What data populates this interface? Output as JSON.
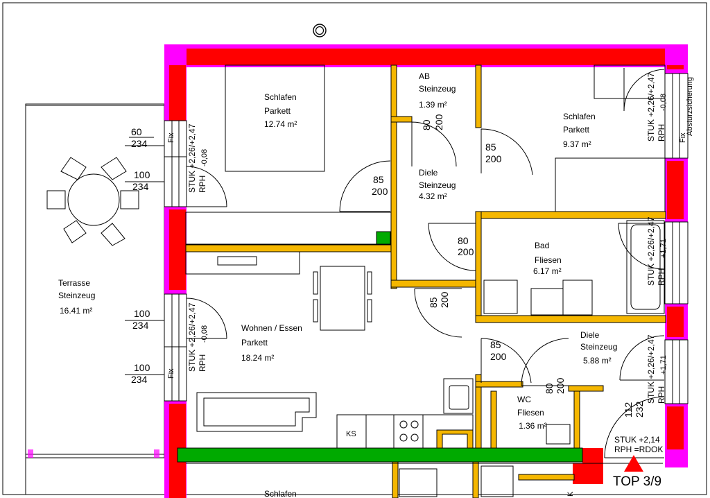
{
  "rooms": {
    "schlafen1": {
      "name": "Schlafen",
      "floor": "Parkett",
      "area": "12.74 m²"
    },
    "ab": {
      "name": "AB",
      "floor": "Steinzeug",
      "area": "1.39 m²"
    },
    "schlafen2": {
      "name": "Schlafen",
      "floor": "Parkett",
      "area": "9.37 m²"
    },
    "diele1": {
      "name": "Diele",
      "floor": "Steinzeug",
      "area": "4.32 m²"
    },
    "bad": {
      "name": "Bad",
      "floor": "Fliesen",
      "area": "6.17 m²"
    },
    "terrasse": {
      "name": "Terrasse",
      "floor": "Steinzeug",
      "area": "16.41 m²"
    },
    "wohnen": {
      "name": "Wohnen / Essen",
      "floor": "Parkett",
      "area": "18.24 m²"
    },
    "diele2": {
      "name": "Diele",
      "floor": "Steinzeug",
      "area": "5.88 m²"
    },
    "wc": {
      "name": "WC",
      "floor": "Fliesen",
      "area": "1.36 m²"
    },
    "schlafen3": {
      "name": "Schlafen"
    }
  },
  "windows": {
    "w1": {
      "width": "60",
      "height": "234",
      "fix": "Fix"
    },
    "w2": {
      "width": "100",
      "height": "234"
    },
    "w3": {
      "width": "100",
      "height": "234"
    },
    "w4": {
      "width": "100",
      "height": "234",
      "fix": "Fix"
    }
  },
  "doors": {
    "d1": {
      "width": "85",
      "height": "200"
    },
    "d2": {
      "width": "80",
      "height": "200"
    },
    "d3": {
      "width": "85",
      "height": "200"
    },
    "d4": {
      "width": "80",
      "height": "200"
    },
    "d5": {
      "width": "85",
      "height": "200"
    },
    "d6": {
      "width": "85",
      "height": "200"
    },
    "d7": {
      "width": "80",
      "height": "200"
    }
  },
  "parapets": {
    "p1": {
      "stuk": "STUK +2,26/+2,47",
      "rph": "RPH",
      "val": "-0,08"
    },
    "p2": {
      "stuk": "STUK +2,26/+2,47",
      "rph": "RPH",
      "val": "-0,08"
    },
    "p3": {
      "stuk": "STUK +2,26/+2,47",
      "rph": "RPH",
      "val": "-0,08"
    },
    "p4": {
      "stuk": "STUK +2,26/+2,47",
      "rph": "RPH",
      "val": "+1,71"
    },
    "p5": {
      "stuk": "STUK +2,26/+2,47",
      "rph": "RPH",
      "val": "+1,71"
    }
  },
  "labels": {
    "absturzsicherung": "Absturzsicherung",
    "fix_right": "Fix",
    "ks": "KS",
    "entrance_dim_top": "112",
    "entrance_dim_bottom": "232",
    "entrance_stuk": "STUK +2,14",
    "entrance_rph": "RPH =RDOK",
    "unit": "TOP 3/9",
    "k_mark": "K"
  },
  "colors": {
    "outer_wall": "#ff0000",
    "wall_outline": "#ff00ff",
    "inner_wall": "#f5b700",
    "beam": "#00aa00"
  }
}
